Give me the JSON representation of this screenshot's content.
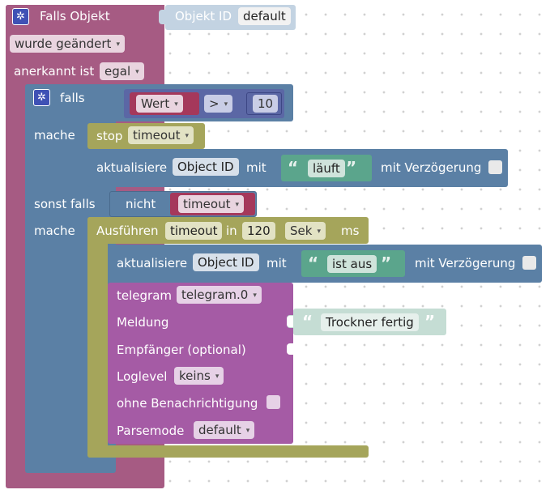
{
  "event": {
    "title": "Falls Objekt",
    "object_label": "Objekt ID",
    "object_value": "default",
    "trigger_value": "wurde geändert",
    "ack_label": "anerkannt ist",
    "ack_value": "egal"
  },
  "if_block": {
    "if_label": "falls",
    "compare_var": "Wert",
    "operator": ">",
    "number": "10",
    "do_label": "mache",
    "stop_label": "stop",
    "stop_value": "timeout",
    "update1": {
      "label": "aktualisiere",
      "target": "Object ID",
      "with_label": "mit",
      "text": "läuft",
      "delay_label": "mit Verzögerung"
    },
    "elseif_label": "sonst falls",
    "not_label": "nicht",
    "not_var": "timeout",
    "do2_label": "mache"
  },
  "timeout_block": {
    "label": "Ausführen",
    "var": "timeout",
    "in_label": "in",
    "value": "120",
    "unit": "Sek",
    "ms_label": "ms",
    "update2": {
      "label": "aktualisiere",
      "target": "Object ID",
      "with_label": "mit",
      "text": "ist aus",
      "delay_label": "mit Verzögerung"
    }
  },
  "telegram": {
    "label": "telegram",
    "instance": "telegram.0",
    "message_label": "Meldung",
    "message_text": "Trockner fertig",
    "recipient_label": "Empfänger (optional)",
    "loglevel_label": "Loglevel",
    "loglevel_value": "keins",
    "silent_label": "ohne Benachrichtigung",
    "parsemode_label": "Parsemode",
    "parsemode_value": "default"
  },
  "icons": {
    "gear": "gear-icon",
    "dropdown": "dropdown-arrow-icon",
    "quote_open": "open-quote-icon",
    "quote_close": "close-quote-icon"
  },
  "colors": {
    "event": "#a65b83",
    "logic": "#5b80a5",
    "timeout": "#a5a55b",
    "telegram": "#a55ba5",
    "text": "#5ba58c",
    "compare": "#5b67a5"
  }
}
